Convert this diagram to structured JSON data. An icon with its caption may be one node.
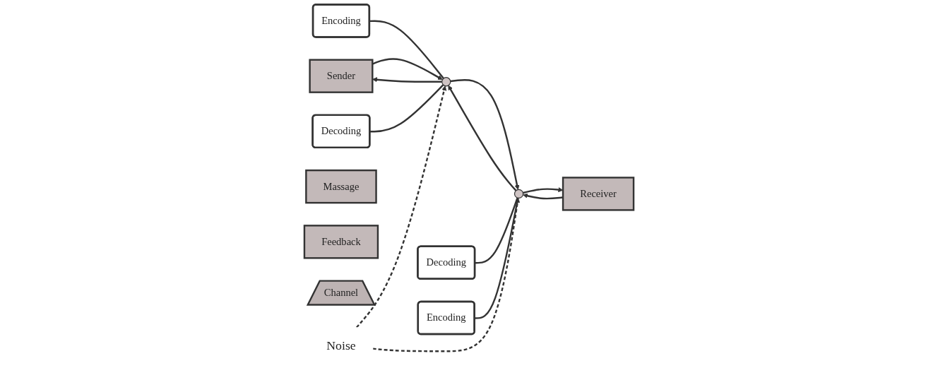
{
  "diagram": {
    "nodes": [
      {
        "text": [
          "Sender"
        ]
      },
      {
        "text": [
          "Encoding"
        ]
      },
      {
        "text": [],
        "shape": "ellipse"
      },
      {
        "text": [
          "Decoding"
        ]
      },
      {
        "text": [
          "Massage"
        ]
      },
      {
        "text": [
          "Feedback"
        ]
      },
      {
        "text": [
          "Channel"
        ]
      },
      {
        "text": [
          "Decoding"
        ]
      },
      {
        "text": [],
        "shape": "ellipse"
      },
      {
        "text": [
          "Receiver"
        ]
      },
      {
        "text": [
          "Encoding"
        ]
      },
      {
        "text": [
          "Noise"
        ]
      }
    ],
    "edges": [
      {
        "from": 0,
        "to": 2,
        "arrow": "to"
      },
      {
        "from": 2,
        "to": 0,
        "arrow": "to"
      },
      {
        "from": 2,
        "to": 8,
        "arrow": "to"
      },
      {
        "from": 8,
        "to": 2,
        "arrow": "to"
      },
      {
        "from": 8,
        "to": 9,
        "arrow": "to"
      },
      {
        "from": 9,
        "to": 8,
        "arrow": "to"
      },
      {
        "from": 1,
        "to": 2,
        "arrow": "none"
      },
      {
        "from": 3,
        "to": 2,
        "arrow": "none"
      },
      {
        "from": 7,
        "to": 8,
        "arrow": "none"
      },
      {
        "from": 10,
        "to": 8,
        "arrow": "none"
      },
      {
        "from": 11,
        "to": 2,
        "arrow": "to",
        "style": "dashed"
      },
      {
        "from": 11,
        "to": 8,
        "arrow": "to",
        "style": "dashed"
      }
    ]
  }
}
